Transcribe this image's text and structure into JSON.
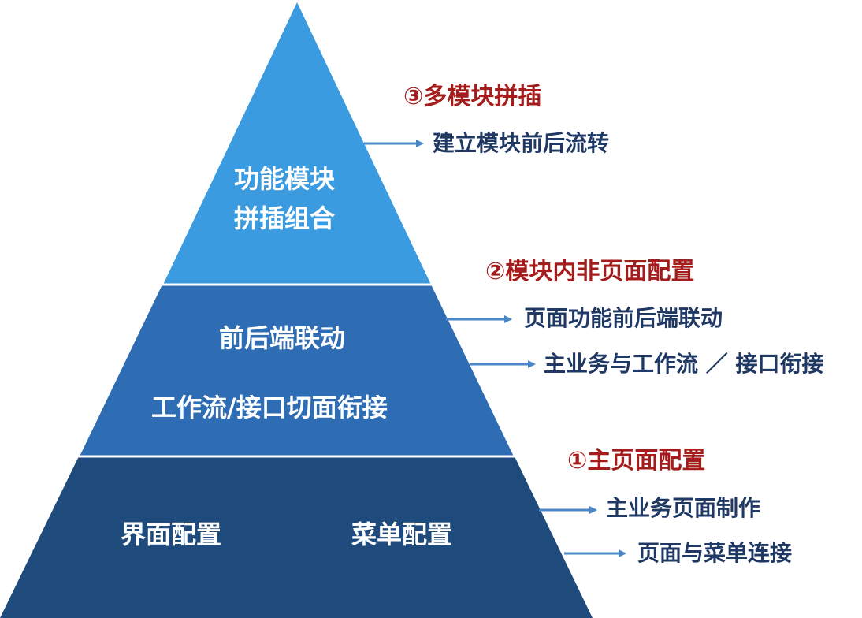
{
  "pyramid": {
    "top": {
      "lines": [
        "功能模块",
        "拼插组合"
      ],
      "color": "#3a9be0"
    },
    "middle": {
      "lines": [
        "前后端联动",
        "工作流/接口切面衔接"
      ],
      "color": "#2e6cb4"
    },
    "bottom": {
      "left": "界面配置",
      "right": "菜单配置",
      "color": "#1f4a7c"
    }
  },
  "annotations": {
    "level3": {
      "title": "③多模块拼插",
      "items": [
        "建立模块前后流转"
      ]
    },
    "level2": {
      "title": "②模块内非页面配置",
      "items": [
        "页面功能前后端联动",
        "主业务与工作流 ／ 接口衔接"
      ]
    },
    "level1": {
      "title": "①主页面配置",
      "items": [
        "主业务页面制作",
        "页面与菜单连接"
      ]
    }
  },
  "colors": {
    "arrow": "#4a86c8",
    "title": "#a51c1c",
    "text": "#1f3864",
    "divider": "#ffffff"
  }
}
